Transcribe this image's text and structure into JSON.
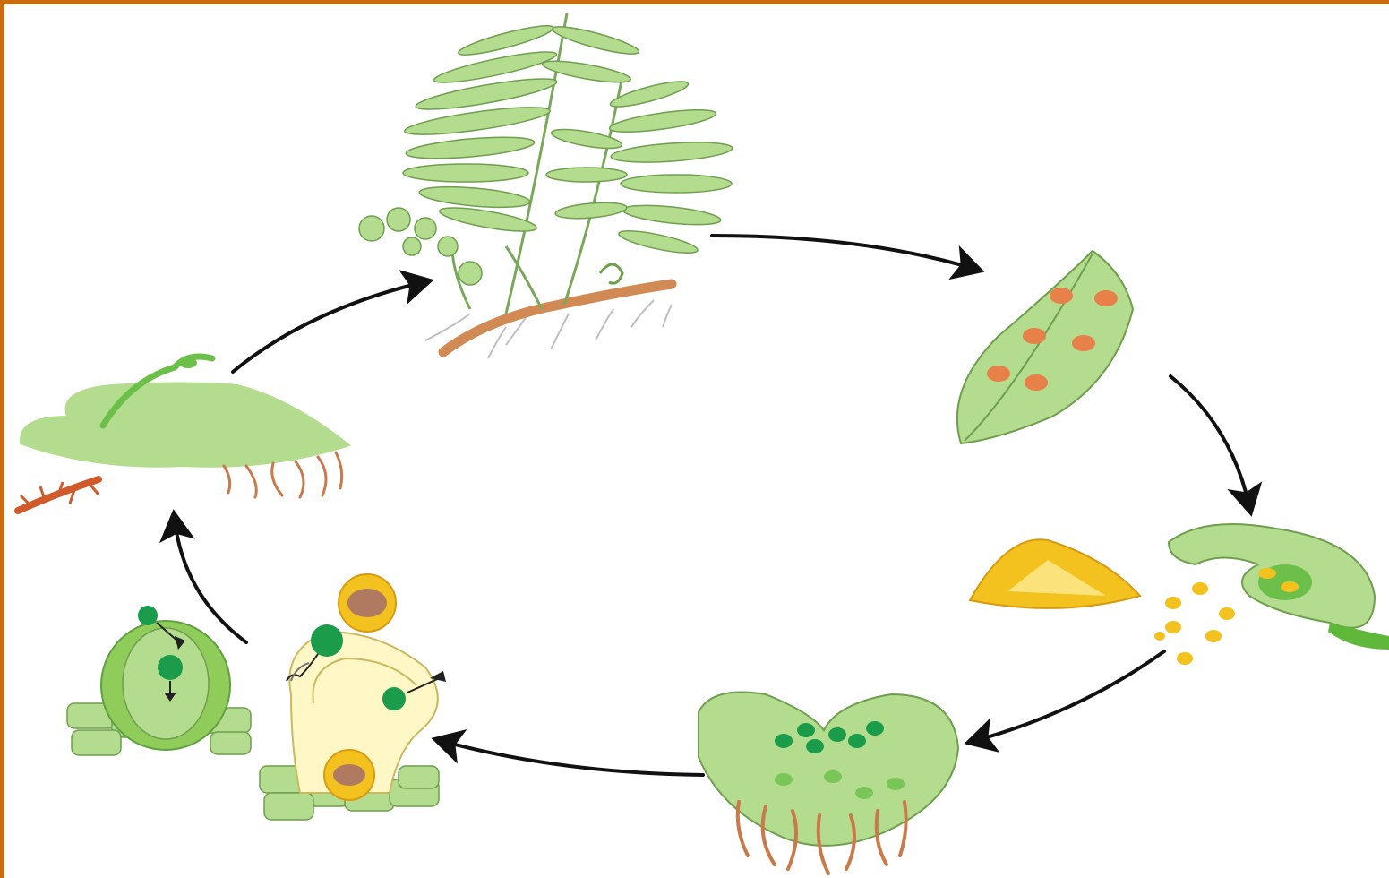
{
  "diagram": {
    "type": "cycle",
    "stages": [
      {
        "id": "sporophyte",
        "icon": "fern-sporophyte-icon"
      },
      {
        "id": "sori-leaf",
        "icon": "leaf-with-sori-icon"
      },
      {
        "id": "sporangium-spores",
        "icon": "sporangium-icon"
      },
      {
        "id": "prothallus",
        "icon": "prothallus-icon"
      },
      {
        "id": "gametangia",
        "icon": "gametangia-icon"
      },
      {
        "id": "young-sporophyte",
        "icon": "young-sporophyte-icon"
      }
    ],
    "arrows": [
      {
        "from": "sporophyte",
        "to": "sori-leaf"
      },
      {
        "from": "sori-leaf",
        "to": "sporangium-spores"
      },
      {
        "from": "sporangium-spores",
        "to": "prothallus"
      },
      {
        "from": "prothallus",
        "to": "gametangia"
      },
      {
        "from": "gametangia",
        "to": "young-sporophyte"
      },
      {
        "from": "young-sporophyte",
        "to": "sporophyte"
      }
    ]
  },
  "colors": {
    "frame": "#cc6a10",
    "leaf_fill": "#b4dc8e",
    "leaf_stroke": "#6f9e4f",
    "sorus": "#e8804a",
    "root": "#c97a4a",
    "spore": "#f3c21e",
    "gamete": "#1a9c4a",
    "arrow": "#111111"
  }
}
